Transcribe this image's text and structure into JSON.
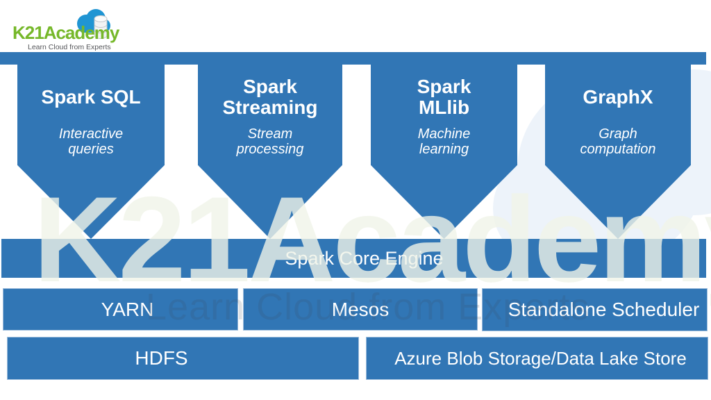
{
  "logo": {
    "brand": "K21Academy",
    "tagline": "Learn Cloud from Experts",
    "brand_color": "#76B82A",
    "cloud_icon_color": "#2095D3"
  },
  "diagram": {
    "accent_blue": "#3176B5",
    "components": [
      {
        "title": "Spark SQL",
        "subtitle": "Interactive queries"
      },
      {
        "title": "Spark Streaming",
        "subtitle": "Stream processing"
      },
      {
        "title": "Spark MLlib",
        "subtitle": "Machine learning"
      },
      {
        "title": "GraphX",
        "subtitle": "Graph computation"
      }
    ],
    "core_engine": "Spark Core Engine",
    "cluster_managers": [
      "YARN",
      "Mesos",
      "Standalone Scheduler"
    ],
    "storage": [
      "HDFS",
      "Azure Blob Storage/Data Lake Store"
    ]
  },
  "watermark": {
    "text": "K21Academy",
    "tagline": "Learn Cloud from Experts"
  }
}
